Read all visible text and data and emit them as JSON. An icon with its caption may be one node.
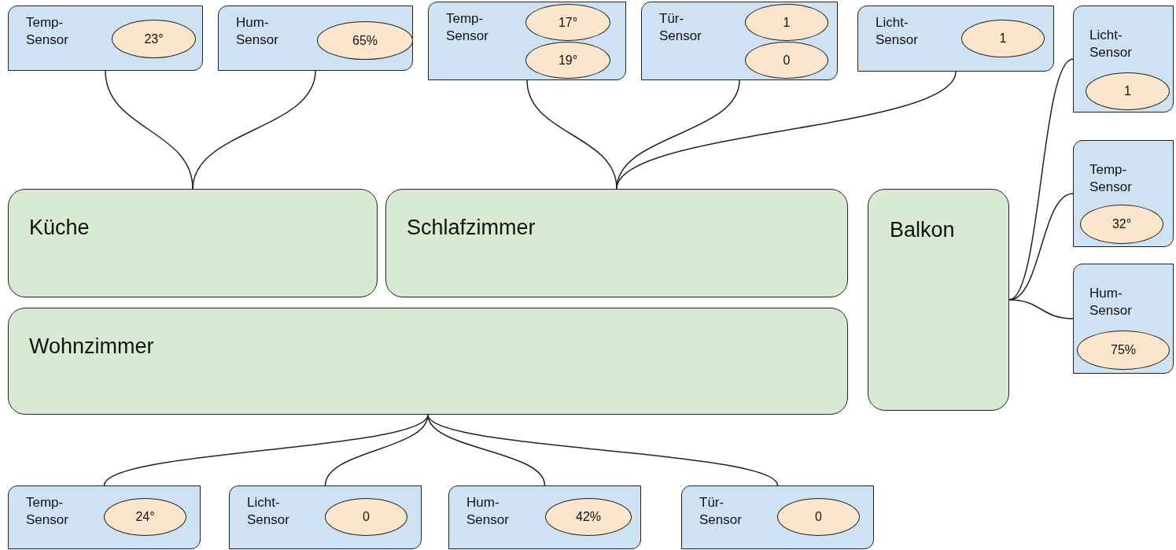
{
  "diagram": {
    "nodes": [
      {
        "text": [
          "Temp- Sensor"
        ]
      },
      {
        "text": [
          "23°"
        ],
        "in": 0
      },
      {
        "text": [
          "Hum- Sensor"
        ]
      },
      {
        "text": [
          "65%"
        ],
        "in": 2
      },
      {
        "text": [
          "Temp- Sensor"
        ]
      },
      {
        "text": [
          "17°"
        ],
        "in": 4
      },
      {
        "text": [
          "19°"
        ],
        "in": 4
      },
      {
        "text": [
          "Tür- Sensor"
        ]
      },
      {
        "text": [
          "1"
        ],
        "in": 7
      },
      {
        "text": [
          "0"
        ],
        "in": 7
      },
      {
        "text": [
          "Licht- Sensor"
        ]
      },
      {
        "text": [
          "1"
        ],
        "in": 10
      },
      {
        "text": [
          "Licht- Sensor"
        ]
      },
      {
        "text": [
          "1"
        ],
        "in": 12
      },
      {
        "text": [
          "Temp- Sensor"
        ]
      },
      {
        "text": [
          "32°"
        ],
        "in": 14
      },
      {
        "text": [
          "Küche"
        ]
      },
      {
        "text": [
          "Schlafzimmer"
        ]
      },
      {
        "text": [
          "Balkon"
        ]
      },
      {
        "text": [
          "Hum- Sensor"
        ]
      },
      {
        "text": [
          "75%"
        ],
        "in": 19
      },
      {
        "text": [
          "Wohnzimmer"
        ]
      },
      {
        "text": [
          "Temp- Sensor"
        ]
      },
      {
        "text": [
          "24°"
        ],
        "in": 22
      },
      {
        "text": [
          "Licht- Sensor"
        ]
      },
      {
        "text": [
          "0"
        ],
        "in": 24
      },
      {
        "text": [
          "Hum- Sensor"
        ]
      },
      {
        "text": [
          "42%"
        ],
        "in": 26
      },
      {
        "text": [
          "Tür- Sensor"
        ]
      },
      {
        "text": [
          "0"
        ],
        "in": 28
      }
    ],
    "edges": [
      {
        "from": 0,
        "to": 16,
        "arrow": "none"
      },
      {
        "from": 2,
        "to": 16,
        "arrow": "none"
      },
      {
        "from": 4,
        "to": 17,
        "arrow": "none"
      },
      {
        "from": 7,
        "to": 17,
        "arrow": "none"
      },
      {
        "from": 10,
        "to": 17,
        "arrow": "none"
      },
      {
        "from": 12,
        "to": 18,
        "arrow": "none"
      },
      {
        "from": 14,
        "to": 18,
        "arrow": "none"
      },
      {
        "from": 19,
        "to": 18,
        "arrow": "none"
      },
      {
        "from": 21,
        "to": 22,
        "arrow": "none"
      },
      {
        "from": 21,
        "to": 24,
        "arrow": "none"
      },
      {
        "from": 21,
        "to": 26,
        "arrow": "none"
      },
      {
        "from": 21,
        "to": 28,
        "arrow": "none"
      }
    ]
  }
}
